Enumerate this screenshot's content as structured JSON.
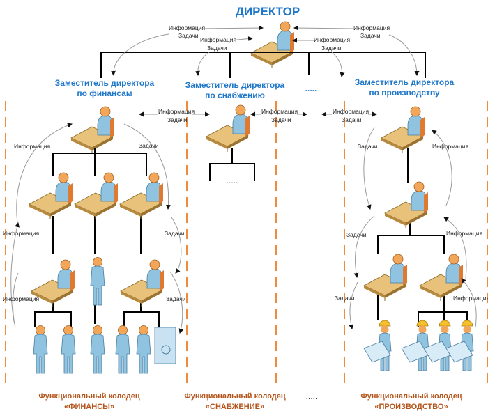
{
  "title": "ДИРЕКТОР",
  "flow_labels": {
    "info": "Информация",
    "tasks": "Задачи"
  },
  "deputies": [
    {
      "line1": "Заместитель директора",
      "line2": "по финансам"
    },
    {
      "line1": "Заместитель директора",
      "line2": "по снабжению"
    },
    {
      "line1": "Заместитель директора",
      "line2": "по производству"
    }
  ],
  "ellipsis": ".....",
  "wells": [
    {
      "line1": "Функциональный колодец",
      "line2": "«ФИНАНСЫ»"
    },
    {
      "line1": "Функциональный колодец",
      "line2": "«СНАБЖЕНИЕ»"
    },
    {
      "line1": "Функциональный колодец",
      "line2": "«ПРОИЗВОДСТВО»"
    }
  ],
  "colors": {
    "title": "#1f77c9",
    "well_label": "#b5541a",
    "separator": "#f08a3c",
    "person": "#8fc3e0",
    "head": "#f2a65a",
    "desk": "#e8c27a"
  }
}
